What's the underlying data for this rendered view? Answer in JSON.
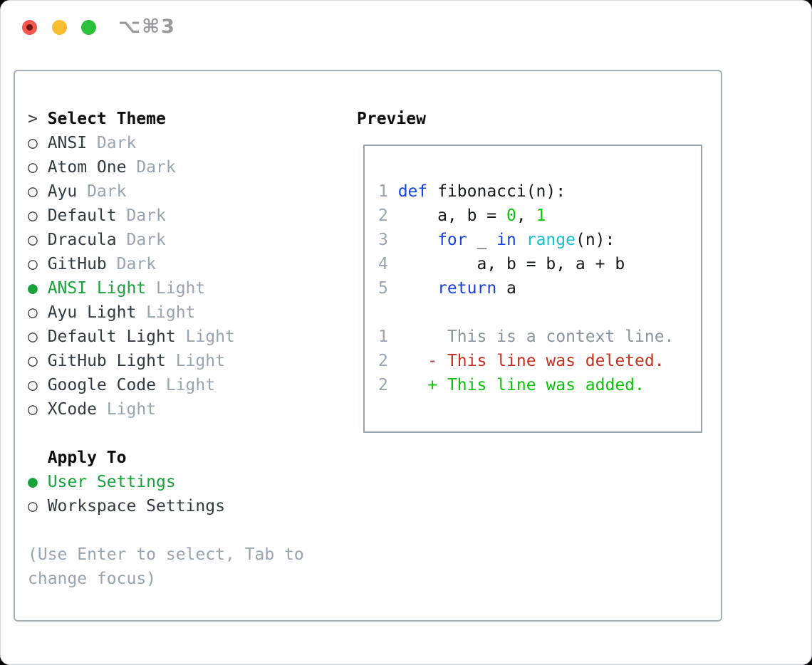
{
  "window": {
    "title_shortcut": "⌥⌘3"
  },
  "theme_panel": {
    "prompt": ">",
    "title": "Select Theme",
    "markers": {
      "selected": "●",
      "unselected": "○"
    },
    "items": [
      {
        "name": "ANSI",
        "variant": "Dark",
        "selected": false
      },
      {
        "name": "Atom One",
        "variant": "Dark",
        "selected": false
      },
      {
        "name": "Ayu",
        "variant": "Dark",
        "selected": false
      },
      {
        "name": "Default",
        "variant": "Dark",
        "selected": false
      },
      {
        "name": "Dracula",
        "variant": "Dark",
        "selected": false
      },
      {
        "name": "GitHub",
        "variant": "Dark",
        "selected": false
      },
      {
        "name": "ANSI Light",
        "variant": "Light",
        "selected": true
      },
      {
        "name": "Ayu Light",
        "variant": "Light",
        "selected": false
      },
      {
        "name": "Default Light",
        "variant": "Light",
        "selected": false
      },
      {
        "name": "GitHub Light",
        "variant": "Light",
        "selected": false
      },
      {
        "name": "Google Code",
        "variant": "Light",
        "selected": false
      },
      {
        "name": "XCode",
        "variant": "Light",
        "selected": false
      }
    ],
    "apply_to": {
      "title": "Apply To",
      "options": [
        {
          "name": "User Settings",
          "selected": true
        },
        {
          "name": "Workspace Settings",
          "selected": false
        }
      ]
    },
    "hint": [
      "(Use Enter to select, Tab to",
      "change focus)"
    ]
  },
  "preview": {
    "title": "Preview",
    "code_lines": [
      {
        "num": "1",
        "tokens": [
          {
            "c": "kw",
            "t": "def"
          },
          {
            "c": "pl",
            "t": " fibonacci(n):"
          }
        ]
      },
      {
        "num": "2",
        "tokens": [
          {
            "c": "pl",
            "t": "    a, b = "
          },
          {
            "c": "num",
            "t": "0"
          },
          {
            "c": "pl",
            "t": ", "
          },
          {
            "c": "num",
            "t": "1"
          }
        ]
      },
      {
        "num": "3",
        "tokens": [
          {
            "c": "pl",
            "t": "    "
          },
          {
            "c": "kw",
            "t": "for"
          },
          {
            "c": "pl",
            "t": " _ "
          },
          {
            "c": "kw",
            "t": "in"
          },
          {
            "c": "pl",
            "t": " "
          },
          {
            "c": "fn",
            "t": "range"
          },
          {
            "c": "pl",
            "t": "(n):"
          }
        ]
      },
      {
        "num": "4",
        "tokens": [
          {
            "c": "pl",
            "t": "        a, b = b, a + b"
          }
        ]
      },
      {
        "num": "5",
        "tokens": [
          {
            "c": "pl",
            "t": "    "
          },
          {
            "c": "kw",
            "t": "return"
          },
          {
            "c": "pl",
            "t": " a"
          }
        ]
      }
    ],
    "diff_lines": [
      {
        "num": "1",
        "c": "ctx",
        "t": "     This is a context line."
      },
      {
        "num": "2",
        "c": "del",
        "t": "   - This line was deleted."
      },
      {
        "num": "2",
        "c": "add",
        "t": "   + This line was added."
      }
    ]
  },
  "colors": {
    "accent_green": "#17a23a",
    "keyword_blue": "#1741e3",
    "builtin_cyan": "#16c1ca",
    "literal_green": "#0cc20c",
    "deleted_red": "#c5301f",
    "added_green": "#0cc20c",
    "muted_gray": "#9aa4b0",
    "text_dark": "#333a41",
    "panel_border": "#a6aeb7",
    "traffic_red": "#f2564c",
    "traffic_yellow": "#f8bd31",
    "traffic_green": "#2cc03a"
  }
}
